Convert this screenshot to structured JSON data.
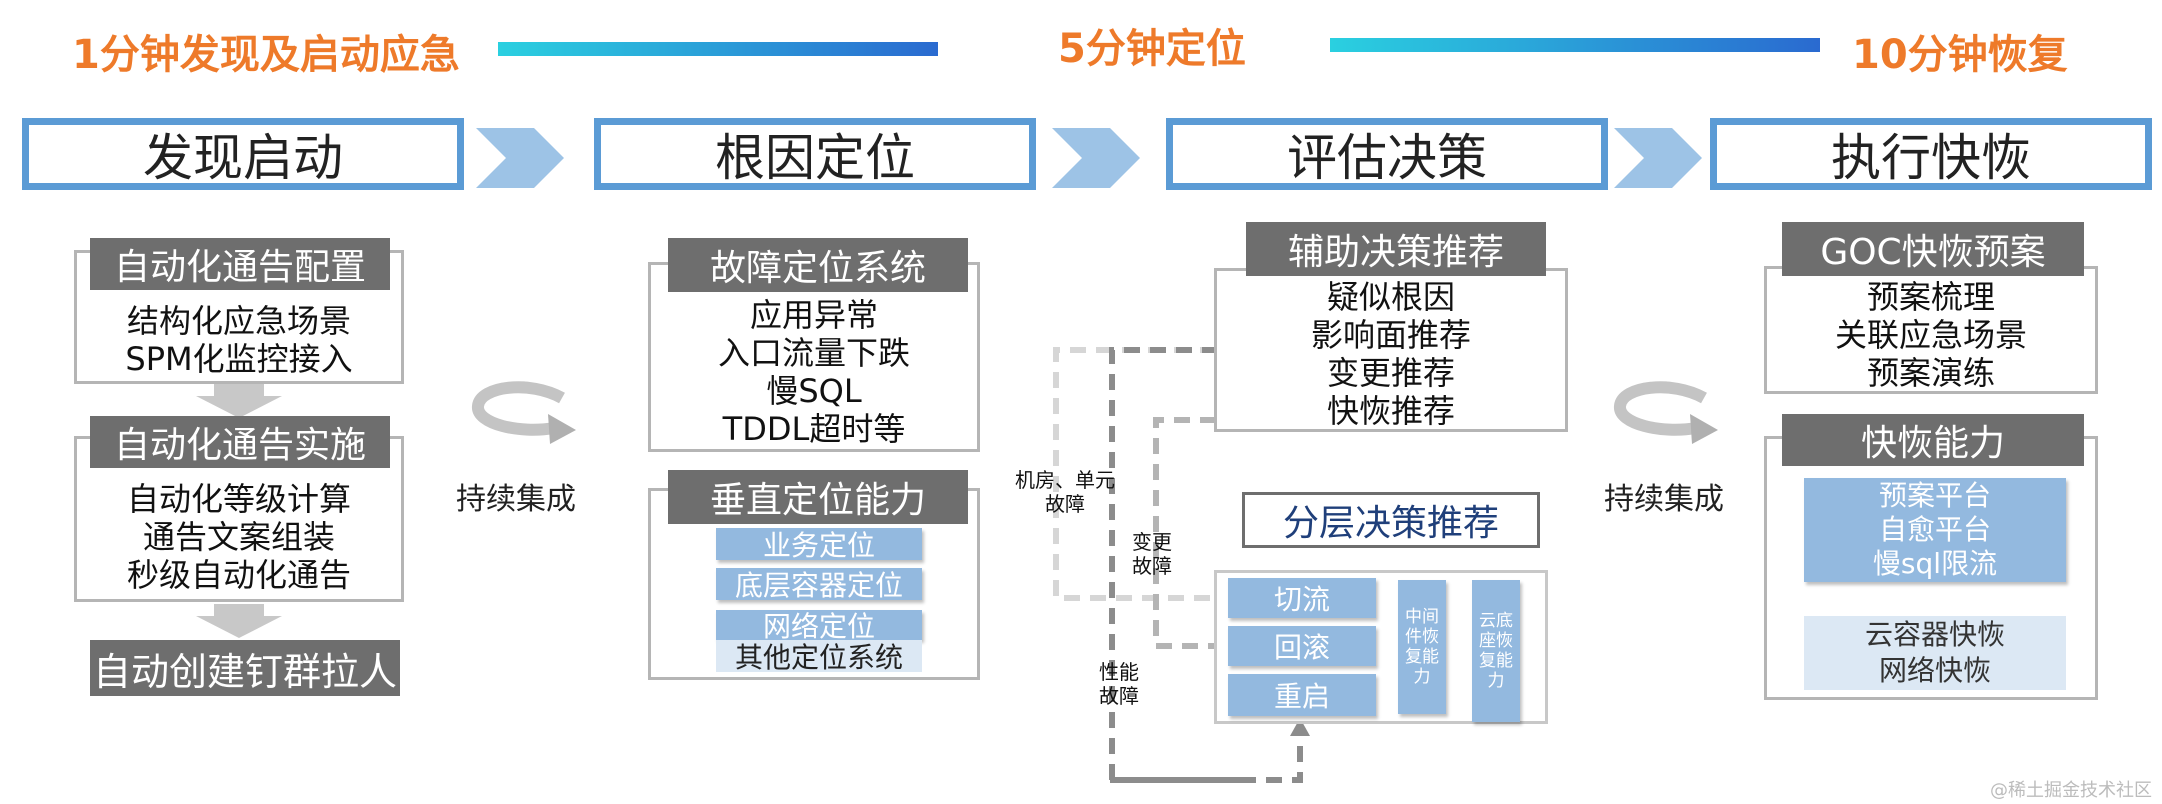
{
  "top": {
    "left": "1分钟发现及启动应急",
    "middle": "5分钟定位",
    "right": "10分钟恢复",
    "bar_color_start": "#2ad0e0",
    "bar_color_end": "#2a6ad0",
    "accent": "#ee7a2a"
  },
  "phases": [
    "发现启动",
    "根因定位",
    "评估决策",
    "执行快恢"
  ],
  "discover": {
    "config_title": "自动化通告配置",
    "config_lines": [
      "结构化应急场景",
      "SPM化监控接入"
    ],
    "impl_title": "自动化通告实施",
    "impl_lines": [
      "自动化等级计算",
      "通告文案组装",
      "秒级自动化通告"
    ],
    "group_title": "自动创建钉群拉人"
  },
  "persist_label_1": "持续集成",
  "persist_label_2": "持续集成",
  "locate": {
    "system_title": "故障定位系统",
    "system_lines": [
      "应用异常",
      "入口流量下跌",
      "慢SQL",
      "TDDL超时等"
    ],
    "vertical_title": "垂直定位能力",
    "vertical_items": [
      "业务定位",
      "底层容器定位",
      "网络定位",
      "其他定位系统"
    ]
  },
  "decide": {
    "assist_title": "辅助决策推荐",
    "assist_lines": [
      "疑似根因",
      "影响面推荐",
      "变更推荐",
      "快恢推荐"
    ],
    "layered_title": "分层决策推荐",
    "actions": [
      "切流",
      "回滚",
      "重启"
    ],
    "middleware": "中间件恢复能力",
    "cloud": "云底座恢复能力",
    "label_room": "机房、单元故障",
    "label_change": "变更故障",
    "label_perf": "性能故障"
  },
  "recover": {
    "goc_title": "GOC快恢预案",
    "goc_lines": [
      "预案梳理",
      "关联应急场景",
      "预案演练"
    ],
    "ability_title": "快恢能力",
    "platform_items": [
      "预案平台",
      "自愈平台",
      "慢sql限流"
    ],
    "cloud_items": [
      "云容器快恢",
      "网络快恢"
    ]
  },
  "watermark": "@稀土掘金技术社区",
  "colors": {
    "phase_border": "#5b9bd5",
    "title_gray": "#6e6e6e",
    "bar_blue": "#93b9df"
  }
}
